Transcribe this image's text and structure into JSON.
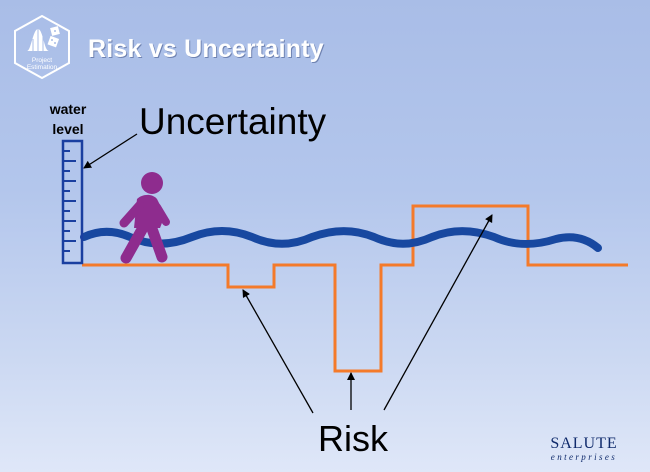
{
  "title": "Risk vs Uncertainty",
  "logo": {
    "line1": "Project",
    "line2": "Estimation"
  },
  "labels": {
    "water_level_1": "water",
    "water_level_2": "level",
    "uncertainty": "Uncertainty",
    "risk": "Risk"
  },
  "brand": {
    "name": "SALUTE",
    "tagline": "enterprises"
  },
  "colors": {
    "background": "#b3c6ec",
    "wave": "#1848a0",
    "risk_line": "#f47a2a",
    "person": "#8e2c8e",
    "gauge": "#1a3fa0",
    "title": "#ffffff",
    "brand": "#0f2a6b"
  },
  "icons": [
    "logo-badge-icon",
    "measuring-gauge-icon",
    "walking-person-icon"
  ]
}
